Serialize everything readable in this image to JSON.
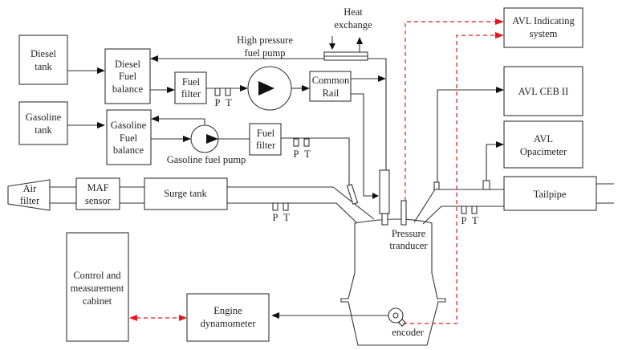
{
  "diagram": {
    "colors": {
      "line": "#333333",
      "signal": "#e8161c",
      "background": "#ffffff"
    },
    "boxes": {
      "diesel_tank": [
        "Diesel",
        "tank"
      ],
      "diesel_fuel_balance": [
        "Diesel",
        "Fuel",
        "balance"
      ],
      "fuel_filter_diesel": [
        "Fuel",
        "filter"
      ],
      "common_rail": [
        "Common",
        "Rail"
      ],
      "gasoline_tank": [
        "Gasoline",
        "tank"
      ],
      "gasoline_fuel_balance": [
        "Gasoline",
        "Fuel",
        "balance"
      ],
      "fuel_filter_gasoline": [
        "Fuel",
        "filter"
      ],
      "air_filter": [
        "Air",
        "filter"
      ],
      "maf_sensor": [
        "MAF",
        "sensor"
      ],
      "surge_tank": [
        "Surge tank"
      ],
      "avl_indicating": [
        "AVL Indicating",
        "system"
      ],
      "avl_ceb": [
        "AVL CEB II"
      ],
      "avl_opacimeter": [
        "AVL",
        "Opacimeter"
      ],
      "tailpipe": [
        "Tailpipe"
      ],
      "control_cabinet": [
        "Control and",
        "measurement",
        "cabinet"
      ],
      "engine_dynamometer": [
        "Engine",
        "dynamometer"
      ]
    },
    "labels": {
      "heat_exchange": [
        "Heat",
        "exchange"
      ],
      "high_pressure_pump": [
        "High pressure",
        "fuel pump"
      ],
      "gasoline_fuel_pump": "Gasoline fuel pump",
      "pressure_transducer": [
        "Pressure",
        "tranducer"
      ],
      "encoder": "encoder",
      "p": "P",
      "t": "T"
    }
  }
}
